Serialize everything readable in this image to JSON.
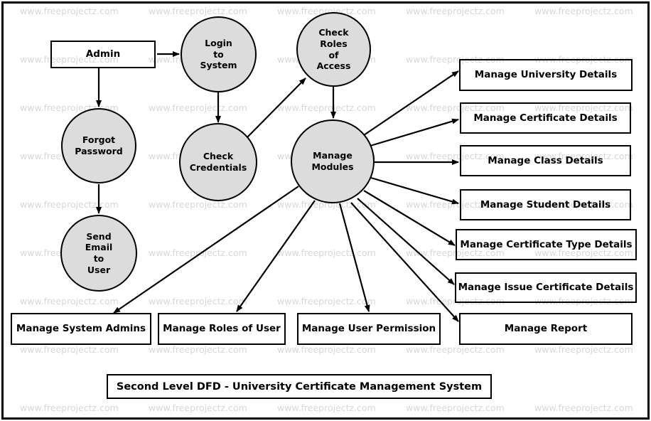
{
  "diagram": {
    "title": "Second Level DFD - University Certificate Management System",
    "watermark_text": "www.freeprojectz.com",
    "colors": {
      "process_fill": "#dcdcdc",
      "stroke": "#000000",
      "background": "#ffffff",
      "watermark": "#d8d8d8"
    }
  },
  "entities": [
    {
      "id": "admin",
      "label": "Admin",
      "shape": "rectangle"
    }
  ],
  "processes": [
    {
      "id": "login-to-system",
      "label": "Login\nto\nSystem",
      "shape": "circle"
    },
    {
      "id": "check-roles-of-access",
      "label": "Check\nRoles\nof\nAccess",
      "shape": "circle"
    },
    {
      "id": "forgot-password",
      "label": "Forgot\nPassword",
      "shape": "circle"
    },
    {
      "id": "check-credentials",
      "label": "Check\nCredentials",
      "shape": "circle"
    },
    {
      "id": "manage-modules",
      "label": "Manage\nModules",
      "shape": "circle"
    },
    {
      "id": "send-email-to-user",
      "label": "Send\nEmail\nto\nUser",
      "shape": "circle"
    }
  ],
  "datastores_right": [
    {
      "id": "manage-university-details",
      "label": "Manage University Details"
    },
    {
      "id": "manage-certificate-details",
      "label": "Manage Certificate Details"
    },
    {
      "id": "manage-class-details",
      "label": "Manage Class Details"
    },
    {
      "id": "manage-student-details",
      "label": "Manage Student Details"
    },
    {
      "id": "manage-certificate-type-details",
      "label": "Manage Certificate Type Details"
    },
    {
      "id": "manage-issue-certificate-details",
      "label": "Manage Issue Certificate Details"
    },
    {
      "id": "manage-report",
      "label": "Manage Report"
    }
  ],
  "datastores_bottom": [
    {
      "id": "manage-system-admins",
      "label": "Manage System Admins"
    },
    {
      "id": "manage-roles-of-user",
      "label": "Manage Roles of User"
    },
    {
      "id": "manage-user-permission",
      "label": "Manage User Permission"
    }
  ],
  "flows": [
    {
      "from": "admin",
      "to": "login-to-system"
    },
    {
      "from": "admin",
      "to": "forgot-password"
    },
    {
      "from": "forgot-password",
      "to": "send-email-to-user"
    },
    {
      "from": "login-to-system",
      "to": "check-credentials"
    },
    {
      "from": "check-credentials",
      "to": "check-roles-of-access"
    },
    {
      "from": "check-roles-of-access",
      "to": "manage-modules"
    },
    {
      "from": "manage-modules",
      "to": "manage-university-details"
    },
    {
      "from": "manage-modules",
      "to": "manage-certificate-details"
    },
    {
      "from": "manage-modules",
      "to": "manage-class-details"
    },
    {
      "from": "manage-modules",
      "to": "manage-student-details"
    },
    {
      "from": "manage-modules",
      "to": "manage-certificate-type-details"
    },
    {
      "from": "manage-modules",
      "to": "manage-issue-certificate-details"
    },
    {
      "from": "manage-modules",
      "to": "manage-report"
    },
    {
      "from": "manage-modules",
      "to": "manage-system-admins"
    },
    {
      "from": "manage-modules",
      "to": "manage-roles-of-user"
    },
    {
      "from": "manage-modules",
      "to": "manage-user-permission"
    }
  ]
}
